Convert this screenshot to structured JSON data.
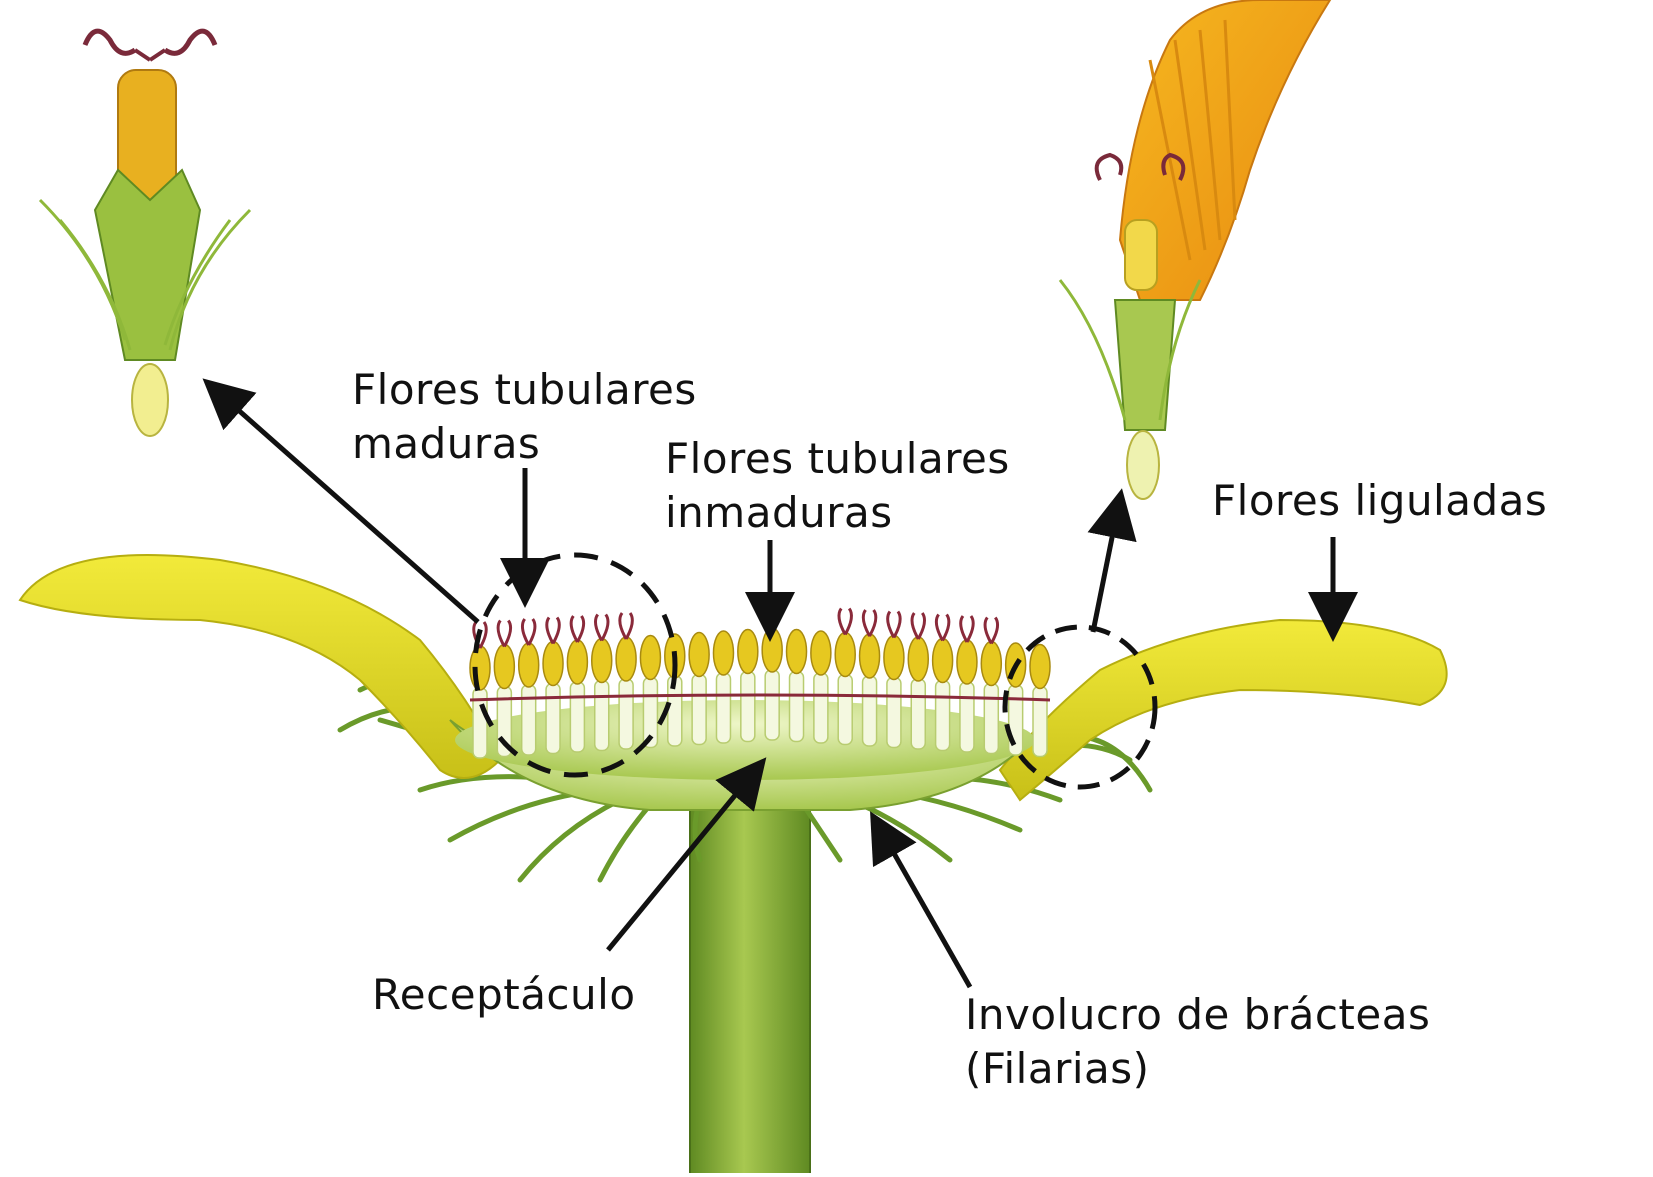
{
  "labels": {
    "mature_tubular": {
      "line1": "Flores tubulares",
      "line2": "maduras"
    },
    "immature_tubular": {
      "line1": "Flores tubulares",
      "line2": "inmaduras"
    },
    "ligulate": {
      "line1": "Flores liguladas"
    },
    "receptacle": {
      "line1": "Receptáculo"
    },
    "involucre": {
      "line1": "Involucro de brácteas",
      "line2": "(Filarias)"
    }
  },
  "colors": {
    "petal_yellow": "#e8e020",
    "petal_orange": "#f0a818",
    "stem_green": "#8fb83a",
    "stem_dark": "#5f8a22",
    "bract_green": "#6a9a2a",
    "anther_yellow": "#e6c820",
    "style_red": "#8a2a3a",
    "arrow": "#111111",
    "text": "#111111"
  },
  "icons": [
    "arrow-icon",
    "dashed-circle-icon"
  ]
}
